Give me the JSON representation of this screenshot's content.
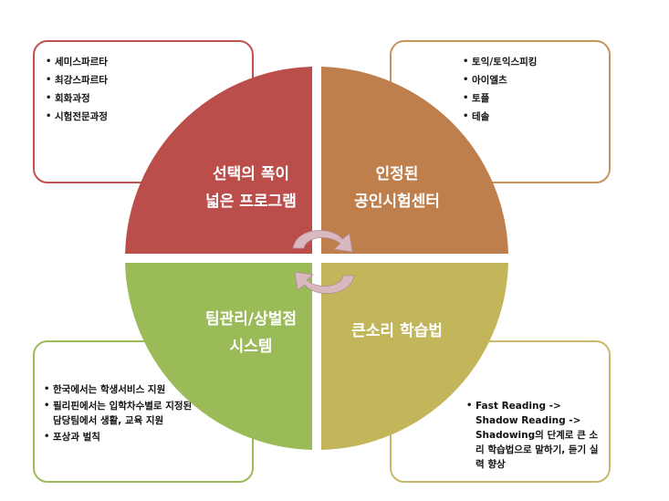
{
  "quadrants": {
    "top_left": {
      "line1": "선택의 폭이",
      "line2": "넓은 프로그램",
      "color": "#bb4e4b"
    },
    "top_right": {
      "line1": "인정된",
      "line2": "공인시험센터",
      "color": "#bf7f4d"
    },
    "bottom_left": {
      "line1": "팀관리/상벌점",
      "line2": "시스템",
      "color": "#9bbb59"
    },
    "bottom_right": {
      "line1": "큰소리 학습법",
      "line2": "",
      "color": "#c2b55a"
    }
  },
  "boxes": {
    "top_left": {
      "border": "#c0504d",
      "items": [
        "세미스파르타",
        "최강스파르타",
        "회화과정",
        "시험전문과정"
      ]
    },
    "top_right": {
      "border": "#c7935e",
      "items": [
        "토익/토익스피킹",
        "아이엘츠",
        "토플",
        "테솔"
      ]
    },
    "bottom_left": {
      "border": "#9bbb59",
      "items": [
        "한국에서는  학생서비스 지원",
        "필리핀에서는 입학차수별로 지정된 담당팀에서 생활, 교육 지원",
        "포상과 벌칙"
      ]
    },
    "bottom_right": {
      "border": "#c9b86a",
      "items": [
        "Fast Reading -> Shadow Reading -> Shadowing의 단계로 큰 소리 학습법으로 말하기, 듣기 실력 향상"
      ]
    }
  },
  "arrow_color": "#d9b8c0"
}
